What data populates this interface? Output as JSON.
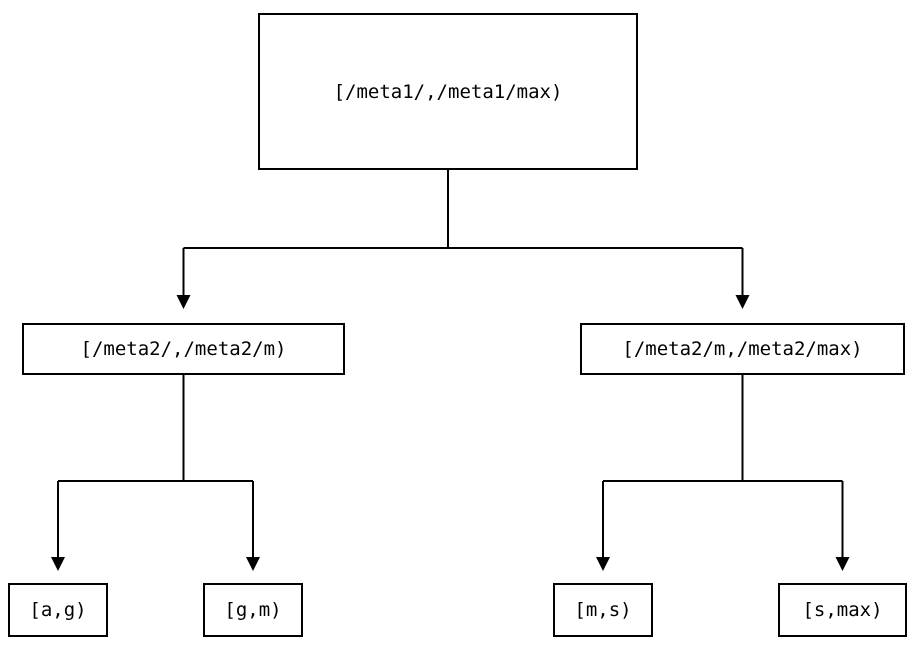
{
  "tree": {
    "background_color": "#ffffff",
    "line_color": "#000000",
    "text_color": "#000000",
    "nodes": {
      "root": {
        "label": "[/meta1/,/meta1/max)"
      },
      "left_child": {
        "label": "[/meta2/,/meta2/m)"
      },
      "right_child": {
        "label": "[/meta2/m,/meta2/max)"
      },
      "leaf_a_g": {
        "label": "[a,g)"
      },
      "leaf_g_m": {
        "label": "[g,m)"
      },
      "leaf_m_s": {
        "label": "[m,s)"
      },
      "leaf_s_max": {
        "label": "[s,max)"
      }
    },
    "edges": [
      {
        "from": "root",
        "to": "left_child"
      },
      {
        "from": "root",
        "to": "right_child"
      },
      {
        "from": "left_child",
        "to": "leaf_a_g"
      },
      {
        "from": "left_child",
        "to": "leaf_g_m"
      },
      {
        "from": "right_child",
        "to": "leaf_m_s"
      },
      {
        "from": "right_child",
        "to": "leaf_s_max"
      }
    ]
  }
}
